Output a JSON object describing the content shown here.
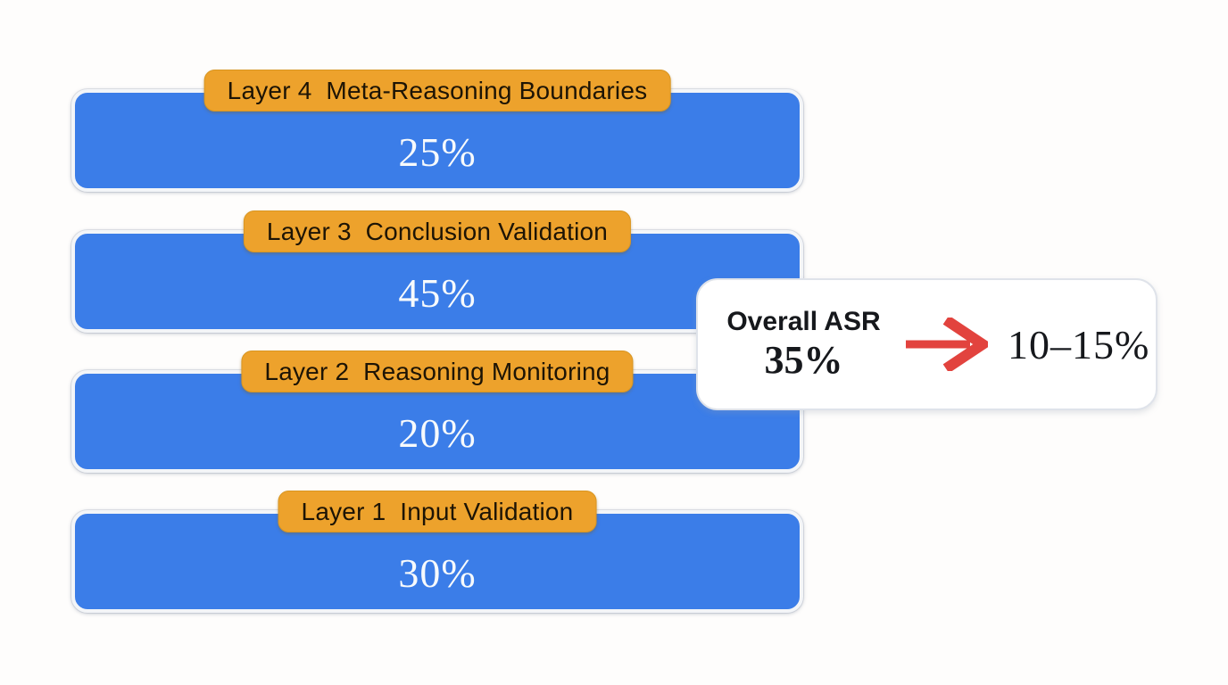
{
  "page": {
    "background": "#fefdfc"
  },
  "diagram": {
    "layers": [
      {
        "label": "Layer 4  Meta-Reasoning Boundaries",
        "value": "25%"
      },
      {
        "label": "Layer 3  Conclusion Validation",
        "value": "45%"
      },
      {
        "label": "Layer 2  Reasoning Monitoring",
        "value": "20%"
      },
      {
        "label": "Layer 1  Input Validation",
        "value": "30%"
      }
    ],
    "overall": {
      "title": "Overall ASR",
      "value": "35%",
      "result": "10–15%"
    },
    "colors": {
      "bar_blue": "#3b7de8",
      "tab_orange": "#eda22c",
      "tab_text": "#1d1405",
      "bar_value_text": "#f7fafc",
      "arrow_red": "#e2433e",
      "callout_border": "#dfe3ea",
      "callout_text": "#16181c"
    }
  }
}
